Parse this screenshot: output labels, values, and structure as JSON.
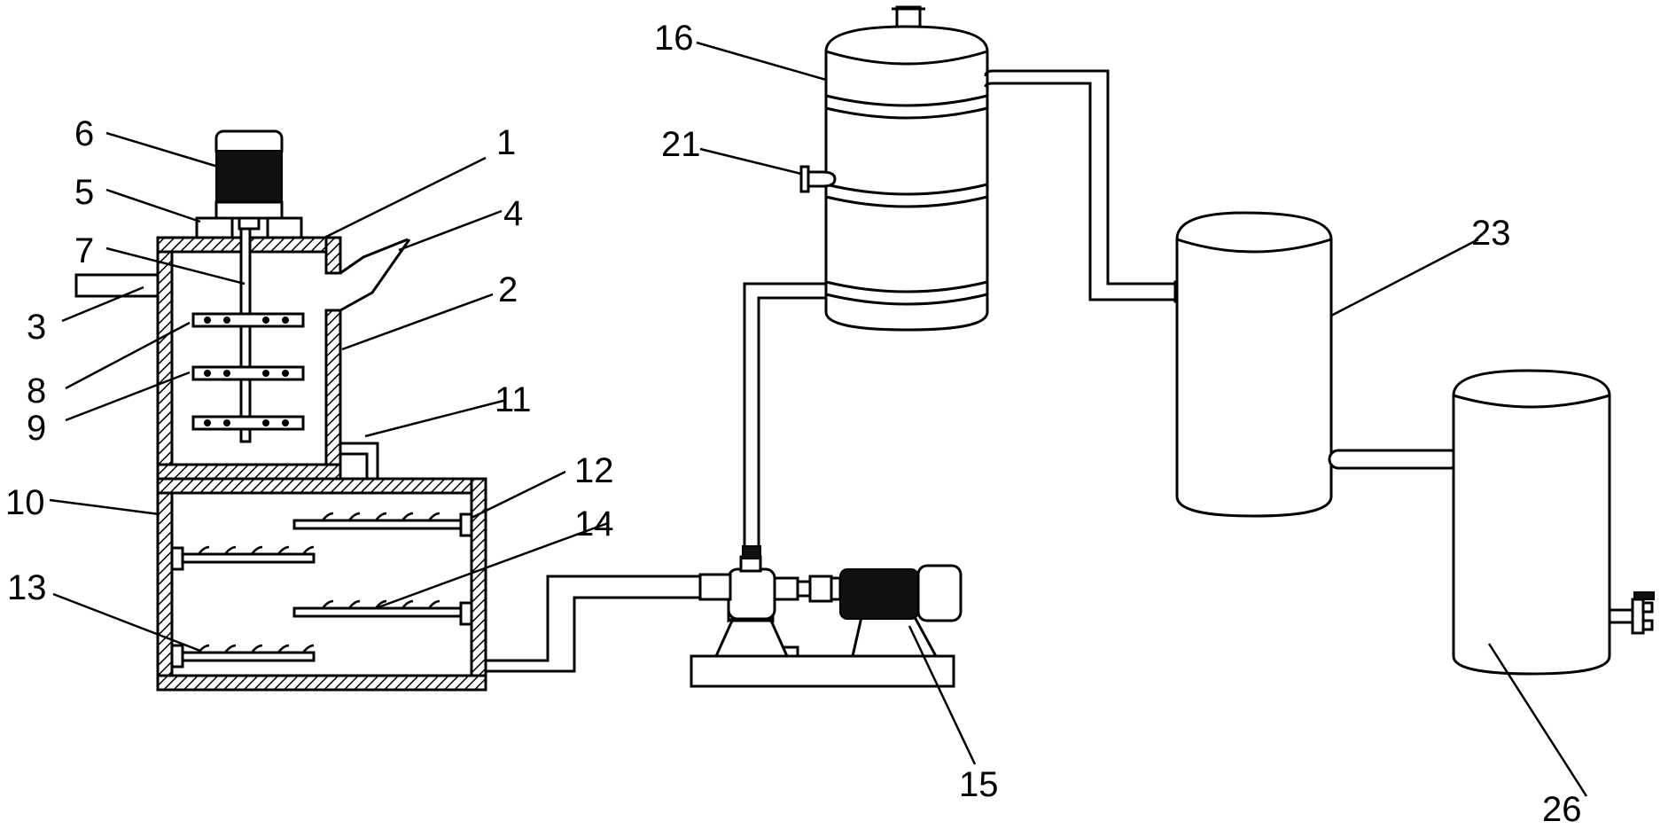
{
  "labels": {
    "l1": "1",
    "l2": "2",
    "l3": "3",
    "l4": "4",
    "l5": "5",
    "l6": "6",
    "l7": "7",
    "l8": "8",
    "l9": "9",
    "l10": "10",
    "l11": "11",
    "l12": "12",
    "l13": "13",
    "l14": "14",
    "l15": "15",
    "l16": "16",
    "l21": "21",
    "l23": "23",
    "l26": "26"
  }
}
